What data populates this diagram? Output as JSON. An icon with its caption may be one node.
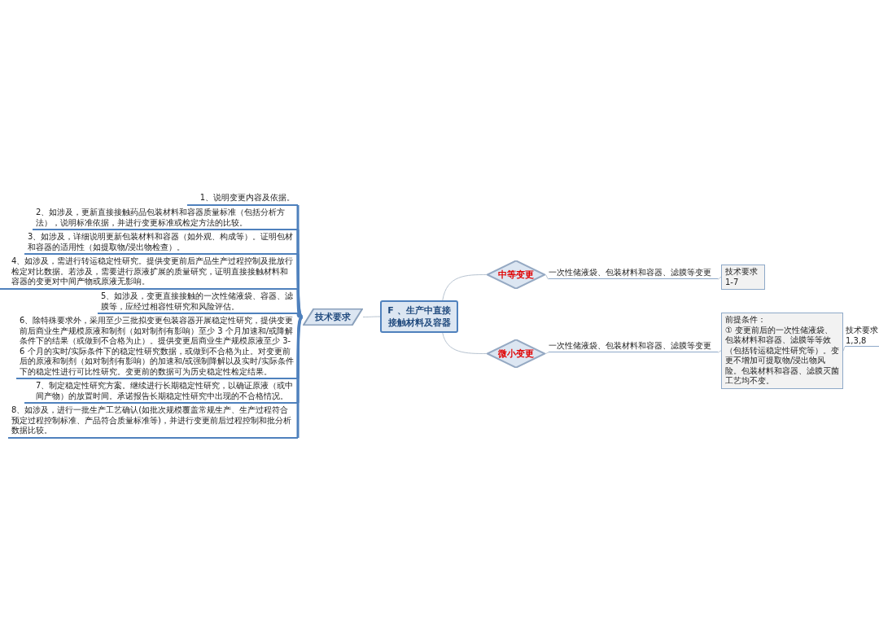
{
  "diagram": {
    "nodes": [
      {
        "text": [
          "F 、生产中直接接触材料及容器"
        ]
      },
      {
        "text": [
          "技术要求"
        ]
      },
      {
        "text": [
          "1、说明变更内容及依据。"
        ]
      },
      {
        "text": [
          "2、如涉及，更新直接接触药品包装材料和容器质量标准（包括分析方法），说明标准依据，并进行变更标准或检定方法的比较。"
        ]
      },
      {
        "text": [
          "3、如涉及，详细说明更新包装材料和容器（如外观、构成等）。证明包材和容器的适用性（如提取物/浸出物检查）。"
        ]
      },
      {
        "text": [
          "4、如涉及，需进行转运稳定性研究。提供变更前后产品生产过程控制及批放行检定对比数据。若涉及，需要进行原液扩展的质量研究，证明直接接触材料和容器的变更对中间产物或原液无影响。"
        ]
      },
      {
        "text": [
          "5、如涉及，变更直接接触的一次性储液袋、容器、滤膜等，应经过相容性研究和风险评估。"
        ]
      },
      {
        "text": [
          "6、除特殊要求外，采用至少三批拟变更包装容器开展稳定性研究，提供变更前后商业生产规模原液和制剂（如对制剂有影响）至少 3 个月加速和/或降解条件下的结果（或做到不合格为止）。提供变更后商业生产规模原液至少 3-6 个月的实时/实际条件下的稳定性研究数据，或做到不合格为止。对变更前后的原液和制剂（如对制剂有影响）的加速和/或强制降解以及实时/实际条件下的稳定性进行可比性研究。变更前的数据可为历史稳定性检定结果。"
        ]
      },
      {
        "text": [
          "7、制定稳定性研究方案。继续进行长期稳定性研究，以确证原液（或中间产物）的放置时间。承诺报告长期稳定性研究中出现的不合格情况。"
        ]
      },
      {
        "text": [
          "8、如涉及，进行一批生产工艺确认(如批次规模覆盖常规生产、生产过程符合预定过程控制标准、产品符合质量标准等)，并进行变更前后过程控制和批分析数据比较。"
        ]
      },
      {
        "text": [
          "中等变更"
        ]
      },
      {
        "text": [
          "微小变更"
        ]
      },
      {
        "text": [
          "一次性储液袋、包装材料和容器、滤膜等变更"
        ]
      },
      {
        "text": [
          "技术要求 1-7"
        ]
      },
      {
        "text": [
          "一次性储液袋、包装材料和容器、滤膜等变更"
        ]
      },
      {
        "text": [
          "前提条件：",
          "① 变更前后的一次性储液袋、包装材料和容器、滤膜等等效（包括转运稳定性研究等）。变更不增加可提取物/浸出物风险。包装材料和容器、滤膜灭菌工艺均不变。"
        ]
      },
      {
        "text": [
          "技术要求 1,3,8"
        ]
      }
    ],
    "edges": [
      {
        "from": 0,
        "to": 1,
        "arrow": "none"
      },
      {
        "from": 1,
        "to": 2,
        "arrow": "none",
        "style": "thick",
        "color": "#4f81bd"
      },
      {
        "from": 1,
        "to": 3,
        "arrow": "none",
        "style": "thick",
        "color": "#4f81bd"
      },
      {
        "from": 1,
        "to": 4,
        "arrow": "none",
        "style": "thick",
        "color": "#4f81bd"
      },
      {
        "from": 1,
        "to": 5,
        "arrow": "none",
        "style": "thick",
        "color": "#4f81bd"
      },
      {
        "from": 1,
        "to": 6,
        "arrow": "none",
        "style": "thick",
        "color": "#4f81bd"
      },
      {
        "from": 1,
        "to": 7,
        "arrow": "none",
        "style": "thick",
        "color": "#4f81bd"
      },
      {
        "from": 1,
        "to": 8,
        "arrow": "none",
        "style": "thick",
        "color": "#4f81bd"
      },
      {
        "from": 1,
        "to": 9,
        "arrow": "none",
        "style": "thick",
        "color": "#4f81bd"
      },
      {
        "from": 0,
        "to": 10,
        "arrow": "none"
      },
      {
        "from": 0,
        "to": 11,
        "arrow": "none"
      },
      {
        "from": 10,
        "to": 12,
        "arrow": "none"
      },
      {
        "from": 12,
        "to": 13,
        "arrow": "none"
      },
      {
        "from": 11,
        "to": 14,
        "arrow": "none"
      },
      {
        "from": 14,
        "to": 15,
        "arrow": "none"
      },
      {
        "from": 15,
        "to": 16,
        "arrow": "none"
      }
    ]
  }
}
